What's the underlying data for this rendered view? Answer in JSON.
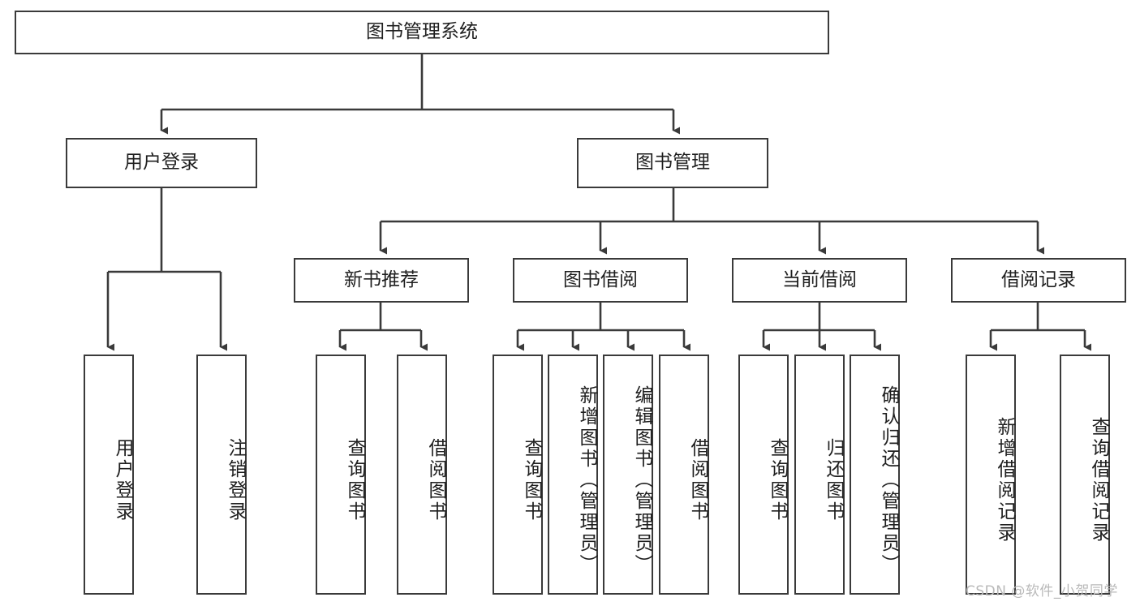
{
  "diagram": {
    "type": "tree",
    "title": "图书管理系统",
    "watermark": "CSDN @软件_小贺同学",
    "colors": {
      "box_border": "#3a3a3a",
      "box_fill": "#ffffff",
      "edge": "#3a3a3a",
      "text": "#1f1f1f",
      "watermark": "#b9b9b9",
      "background": "#ffffff"
    },
    "root": {
      "label": "图书管理系统"
    },
    "level2": [
      {
        "label": "用户登录"
      },
      {
        "label": "图书管理"
      }
    ],
    "level3": [
      {
        "label": "新书推荐"
      },
      {
        "label": "图书借阅"
      },
      {
        "label": "当前借阅"
      },
      {
        "label": "借阅记录"
      }
    ],
    "leaves": [
      {
        "label": "用户登录",
        "parent": "用户登录"
      },
      {
        "label": "注销登录",
        "parent": "用户登录"
      },
      {
        "label": "查询图书",
        "parent": "新书推荐"
      },
      {
        "label": "借阅图书",
        "parent": "新书推荐"
      },
      {
        "label": "查询图书",
        "parent": "图书借阅"
      },
      {
        "label": "新增图书（管理员）",
        "parent": "图书借阅"
      },
      {
        "label": "编辑图书（管理员）",
        "parent": "图书借阅"
      },
      {
        "label": "借阅图书",
        "parent": "图书借阅"
      },
      {
        "label": "查询图书",
        "parent": "当前借阅"
      },
      {
        "label": "归还图书",
        "parent": "当前借阅"
      },
      {
        "label": "确认归还（管理员）",
        "parent": "当前借阅"
      },
      {
        "label": "新增借阅记录",
        "parent": "借阅记录"
      },
      {
        "label": "查询借阅记录",
        "parent": "借阅记录"
      }
    ]
  }
}
